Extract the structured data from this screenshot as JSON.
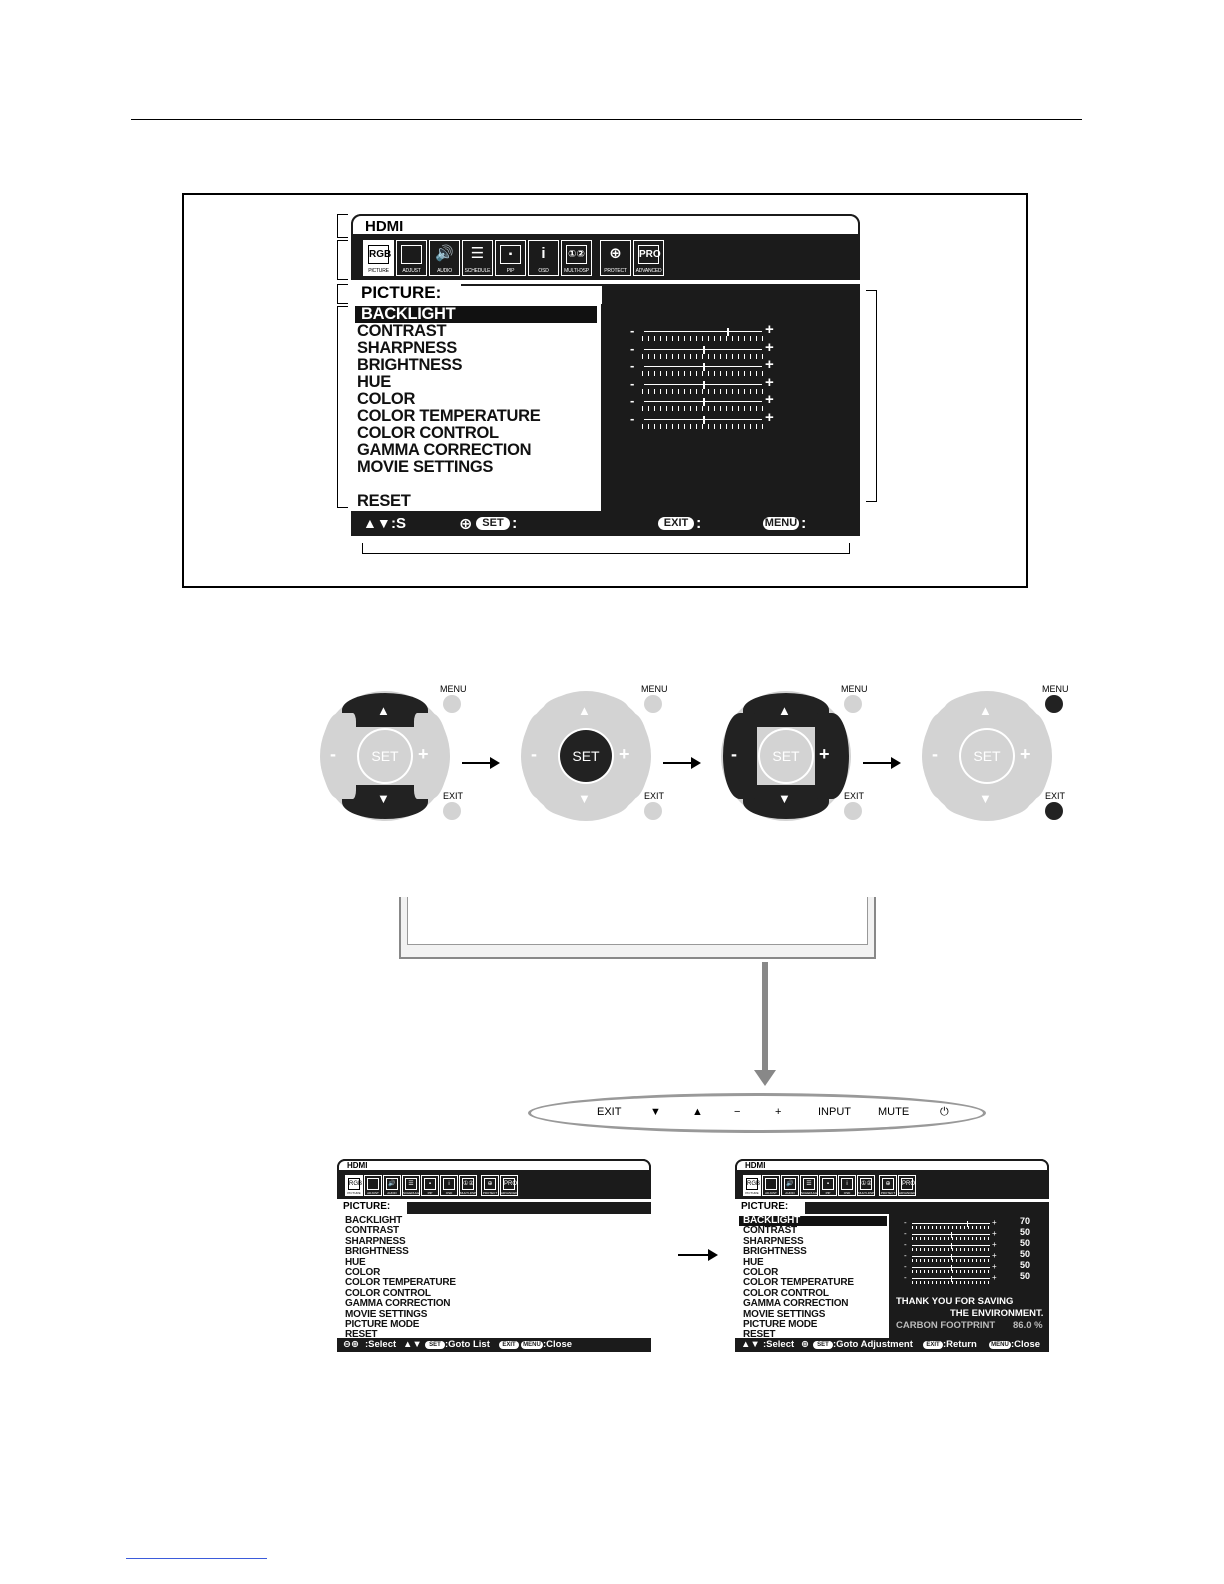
{
  "osd_main": {
    "input": "HDMI",
    "icons": [
      {
        "name": "picture-icon",
        "glyph": "RGB",
        "label": "PICTURE",
        "selected": true
      },
      {
        "name": "adjust-icon",
        "glyph": "",
        "label": "ADJUST",
        "selected": false
      },
      {
        "name": "audio-icon",
        "glyph": "🔊",
        "label": "AUDIO",
        "selected": false
      },
      {
        "name": "schedule-icon",
        "glyph": "☰",
        "label": "SCHEDULE",
        "selected": false
      },
      {
        "name": "pip-icon",
        "glyph": "▪",
        "label": "PIP",
        "selected": false
      },
      {
        "name": "osd-icon",
        "glyph": "i",
        "label": "OSD",
        "selected": false
      },
      {
        "name": "multi-dsp-icon",
        "glyph": "①②",
        "label": "MULTI-DSP",
        "selected": false
      },
      {
        "name": "protect-icon",
        "glyph": "⊕",
        "label": "PROTECT",
        "selected": false
      },
      {
        "name": "advanced-icon",
        "glyph": "PRO",
        "label": "ADVANCED",
        "selected": false
      }
    ],
    "section": "PICTURE:",
    "items": [
      "BACKLIGHT",
      "CONTRAST",
      "SHARPNESS",
      "BRIGHTNESS",
      "HUE",
      "COLOR",
      "COLOR TEMPERATURE",
      "COLOR CONTROL",
      "GAMMA CORRECTION",
      "MOVIE SETTINGS",
      "RESET"
    ],
    "sliders": [
      0.7,
      0.5,
      0.5,
      0.5,
      0.5,
      0.5
    ],
    "footer": {
      "nav": ":S",
      "set": "SET",
      "exit": "EXIT",
      "menu": "MENU"
    }
  },
  "controls": {
    "set": "SET",
    "menu": "MENU",
    "exit": "EXIT",
    "minus": "-",
    "plus": "+"
  },
  "control_bar": [
    "EXIT",
    "▼",
    "▲",
    "−",
    "+",
    "INPUT",
    "MUTE",
    "⏻"
  ],
  "osd_left": {
    "input": "HDMI",
    "section": "PICTURE:",
    "items": [
      "BACKLIGHT",
      "CONTRAST",
      "SHARPNESS",
      "BRIGHTNESS",
      "HUE",
      "COLOR",
      "COLOR TEMPERATURE",
      "COLOR CONTROL",
      "GAMMA CORRECTION",
      "MOVIE SETTINGS",
      "PICTURE MODE",
      "RESET"
    ],
    "footer": {
      "select": ":Select",
      "goto": ":Goto List",
      "close": ":Close",
      "set": "SET",
      "exit": "EXIT",
      "menu": "MENU"
    }
  },
  "osd_right": {
    "input": "HDMI",
    "section": "PICTURE:",
    "items": [
      "BACKLIGHT",
      "CONTRAST",
      "SHARPNESS",
      "BRIGHTNESS",
      "HUE",
      "COLOR",
      "COLOR TEMPERATURE",
      "COLOR CONTROL",
      "GAMMA CORRECTION",
      "MOVIE SETTINGS",
      "PICTURE MODE",
      "RESET"
    ],
    "values": [
      "70",
      "50",
      "50",
      "50",
      "50",
      "50"
    ],
    "sliders": [
      0.7,
      0.5,
      0.5,
      0.5,
      0.5,
      0.5
    ],
    "message1": "THANK YOU FOR SAVING",
    "message2": "THE ENVIRONMENT.",
    "carbon_label": "CARBON FOOTPRINT",
    "carbon_value": "86.0 %",
    "footer": {
      "select": ":Select",
      "goto": ":Goto Adjustment",
      "ret": ":Return",
      "close": ":Close",
      "set": "SET",
      "exit": "EXIT",
      "menu": "MENU"
    }
  }
}
